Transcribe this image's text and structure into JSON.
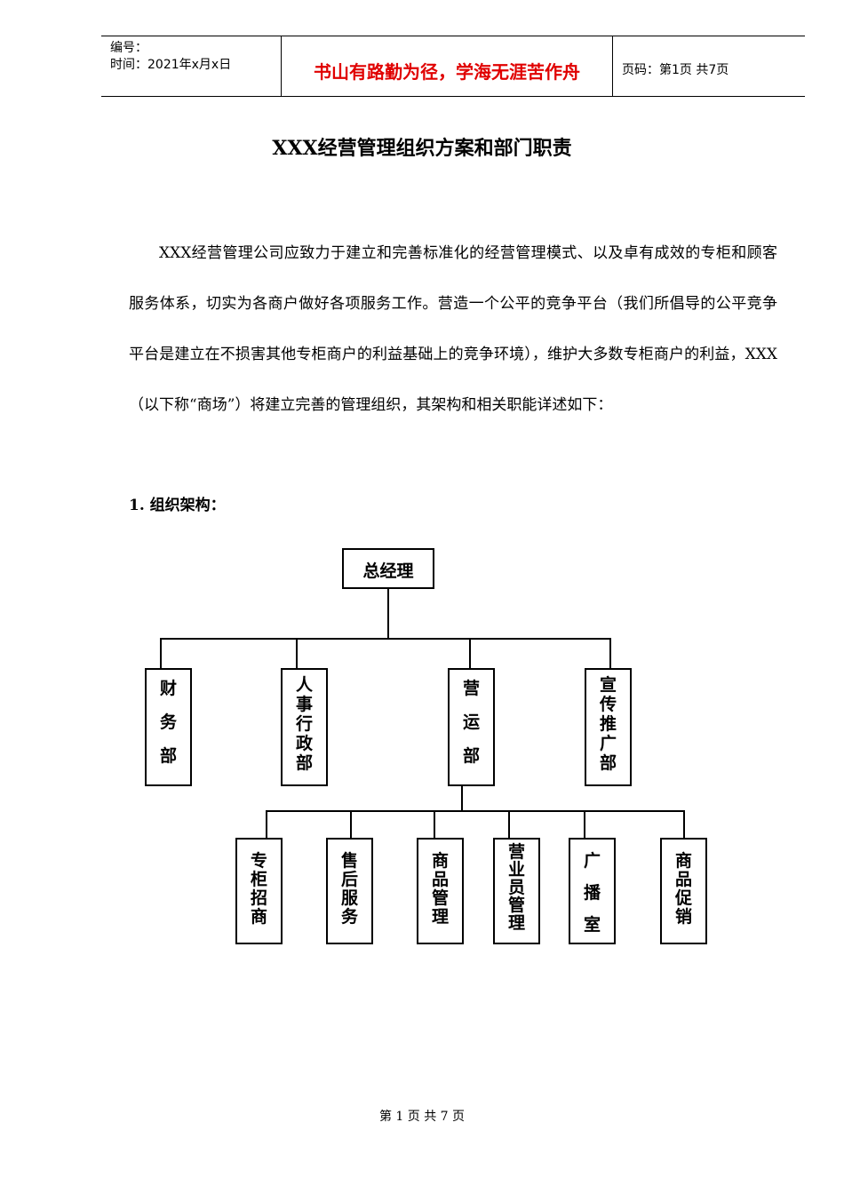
{
  "header": {
    "number_label": "编号：",
    "time_label": "时间：2021年x月x日",
    "motto": "书山有路勤为径，学海无涯苦作舟",
    "page_info": "页码：第1页 共7页"
  },
  "title": "XXX经营管理组织方案和部门职责",
  "intro": "XXX经营管理公司应致力于建立和完善标准化的经营管理模式、以及卓有成效的专柜和顾客服务体系，切实为各商户做好各项服务工作。营造一个公平的竞争平台（我们所倡导的公平竞争平台是建立在不损害其他专柜商户的利益基础上的竞争环境），维护大多数专柜商户的利益，XXX（以下称“商场”）将建立完善的管理组织，其架构和相关职能详述如下：",
  "section_1": "1.  组织架构：",
  "org_chart": {
    "root": "总经理",
    "departments": [
      "财务部",
      "人事行政部",
      "营运部",
      "宣传推广部"
    ],
    "operations_units": [
      "专柜招商",
      "售后服务",
      "商品管理",
      "营业员管理",
      "广播室",
      "商品促销"
    ]
  },
  "footer": "第 1 页 共 7 页"
}
